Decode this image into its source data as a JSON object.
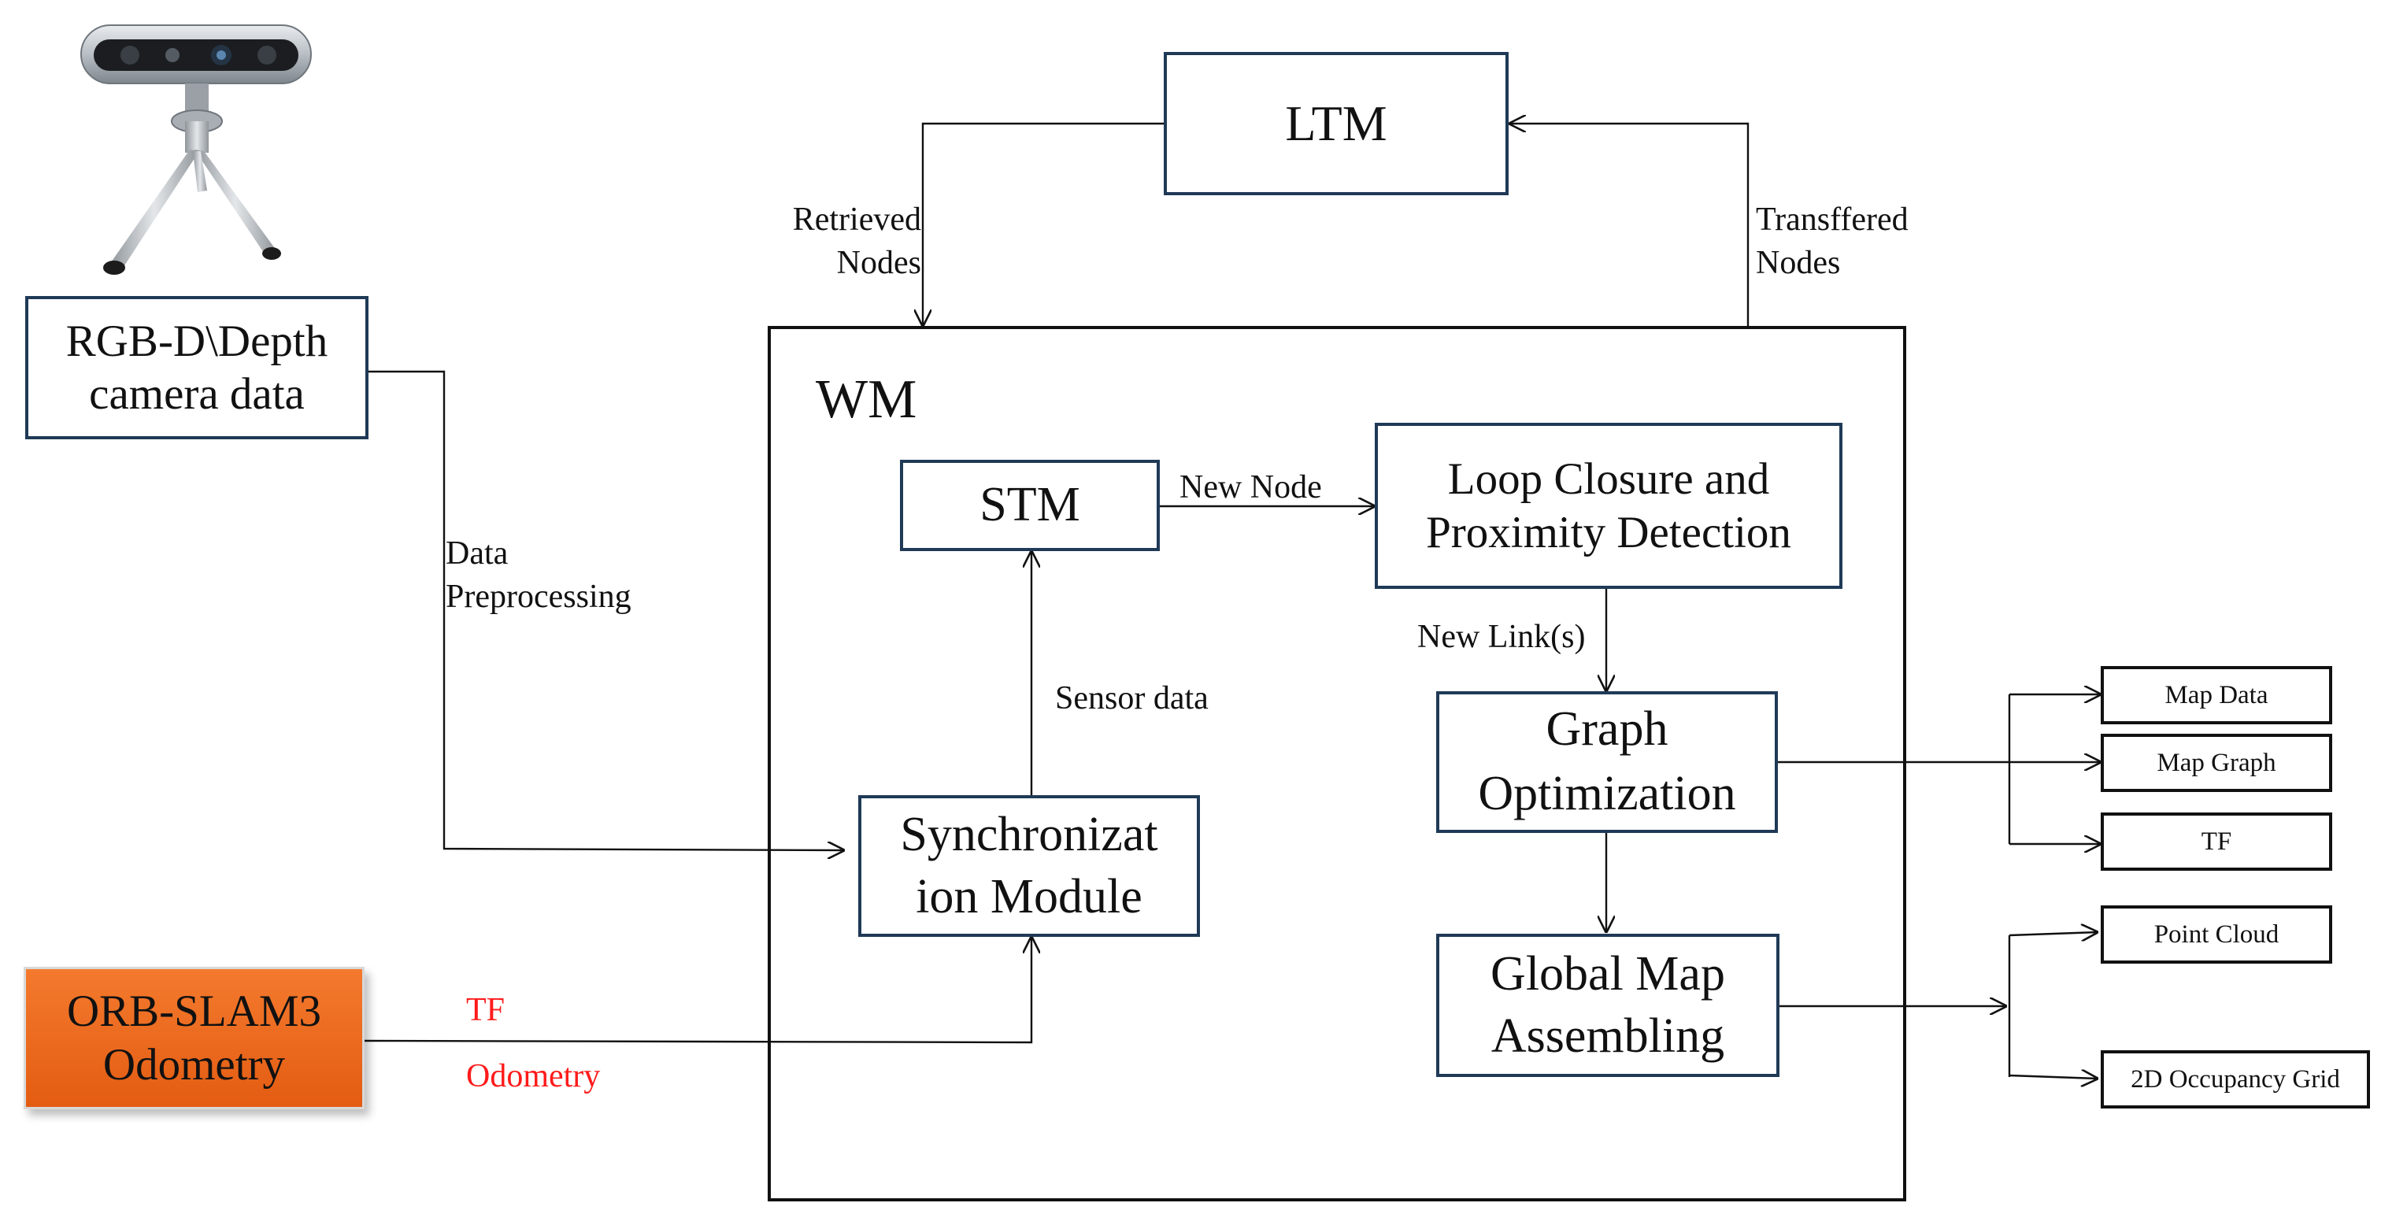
{
  "nodes": {
    "camera_data": "RGB-D\\Depth\ncamera data",
    "ltm": "LTM",
    "wm": "WM",
    "stm": "STM",
    "loop_closure": "Loop Closure and\nProximity Detection",
    "graph_optimization": "Graph\nOptimization",
    "sync_module": "Synchronizat\nion Module",
    "global_map": "Global Map\nAssembling",
    "orb_slam": "ORB-SLAM3\nOdometry"
  },
  "outputs": {
    "map_data": "Map Data",
    "map_graph": "Map Graph",
    "tf": "TF",
    "point_cloud": "Point Cloud",
    "occupancy_grid": "2D Occupancy Grid"
  },
  "edge_labels": {
    "retrieved_nodes": "Retrieved\nNodes",
    "transferred_nodes": "Transffered\nNodes",
    "data_preprocessing": "Data\nPreprocessing",
    "new_node": "New Node",
    "new_links": "New Link(s)",
    "sensor_data": "Sensor data",
    "tf_red": "TF",
    "odometry_red": "Odometry"
  },
  "colors": {
    "box_border": "#1f3a57",
    "orange_node": "#ef6c1f",
    "red_label": "#ff1a1a"
  },
  "icons": {
    "camera": "depth-camera-on-tripod"
  }
}
